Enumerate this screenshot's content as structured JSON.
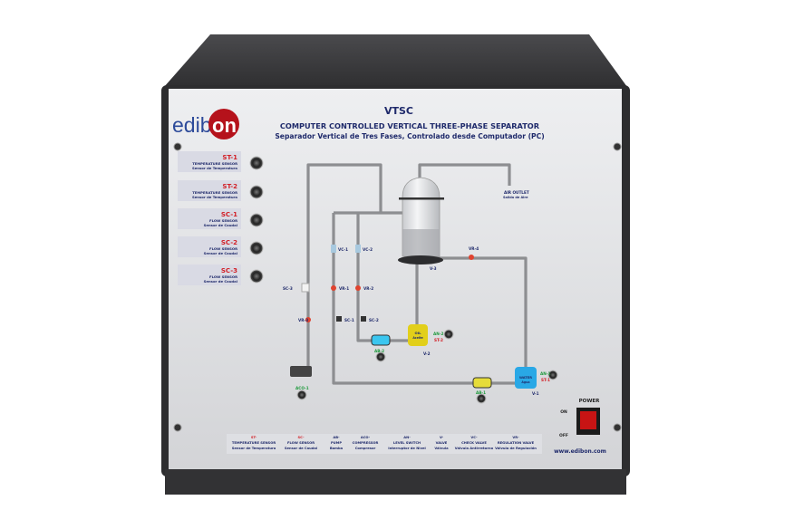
{
  "logo": {
    "text": "edibon",
    "part1": "edib",
    "part2": "on",
    "circle_color": "#b5121b",
    "text_color": "#2c4a9a"
  },
  "header": {
    "code": "VTSC",
    "title_en": "COMPUTER CONTROLLED VERTICAL THREE-PHASE SEPARATOR",
    "title_es": "Separador Vertical de Tres Fases, Controlado desde Computador (PC)"
  },
  "sensors": [
    {
      "code": "ST-1",
      "name": "TEMPERATURE SENSOR",
      "name_es": "Sensor de Temperatura"
    },
    {
      "code": "ST-2",
      "name": "TEMPERATURE SENSOR",
      "name_es": "Sensor de Temperatura"
    },
    {
      "code": "SC-1",
      "name": "FLOW SENSOR",
      "name_es": "Sensor de Caudal"
    },
    {
      "code": "SC-2",
      "name": "FLOW SENSOR",
      "name_es": "Sensor de Caudal"
    },
    {
      "code": "SC-3",
      "name": "FLOW SENSOR",
      "name_es": "Sensor de Caudal"
    }
  ],
  "diagram": {
    "air_outlet": "AIR OUTLET",
    "air_outlet_es": "Salida de Aire",
    "vc1": "VC-1",
    "vc2": "VC-2",
    "vr1": "VR-1",
    "vr2": "VR-2",
    "vr3": "VR-3",
    "vr4": "VR-4",
    "sc1": "SC-1",
    "sc2": "SC-2",
    "sc3": "SC-3",
    "v1": "V-1",
    "v2": "V-2",
    "v3": "V-3",
    "an1": "AN-1",
    "an2": "AN-2",
    "st1": "ST-1",
    "st2": "ST-2",
    "ab1": "AB-1",
    "ab2": "AB-2",
    "aco1": "ACO-1",
    "oil": "OIL",
    "oil_es": "Aceite",
    "water": "WATER",
    "water_es": "Agua",
    "colors": {
      "oil_tank": "#e2cf1a",
      "water_tank": "#29a8e6",
      "pipe": "#8d8e91"
    }
  },
  "legend": [
    {
      "code": "ST-",
      "en": "TEMPERATURE SENSOR",
      "es": "Sensor de Temperatura"
    },
    {
      "code": "SC-",
      "en": "FLOW SENSOR",
      "es": "Sensor de Caudal"
    },
    {
      "code": "AB-",
      "en": "PUMP",
      "es": "Bomba"
    },
    {
      "code": "ACO-",
      "en": "COMPRESSOR",
      "es": "Compresor"
    },
    {
      "code": "AN-",
      "en": "LEVEL SWITCH",
      "es": "Interruptor de Nivel"
    },
    {
      "code": "V-",
      "en": "VALVE",
      "es": "Válvula"
    },
    {
      "code": "VC-",
      "en": "CHECK VALVE",
      "es": "Válvula Antirretorno"
    },
    {
      "code": "VR-",
      "en": "REGULATION VALVE",
      "es": "Válvula de Regulación"
    }
  ],
  "power": {
    "label": "POWER",
    "on": "ON",
    "off": "OFF",
    "state": "on",
    "switch_color": "#c81414"
  },
  "website": "www.edibon.com"
}
